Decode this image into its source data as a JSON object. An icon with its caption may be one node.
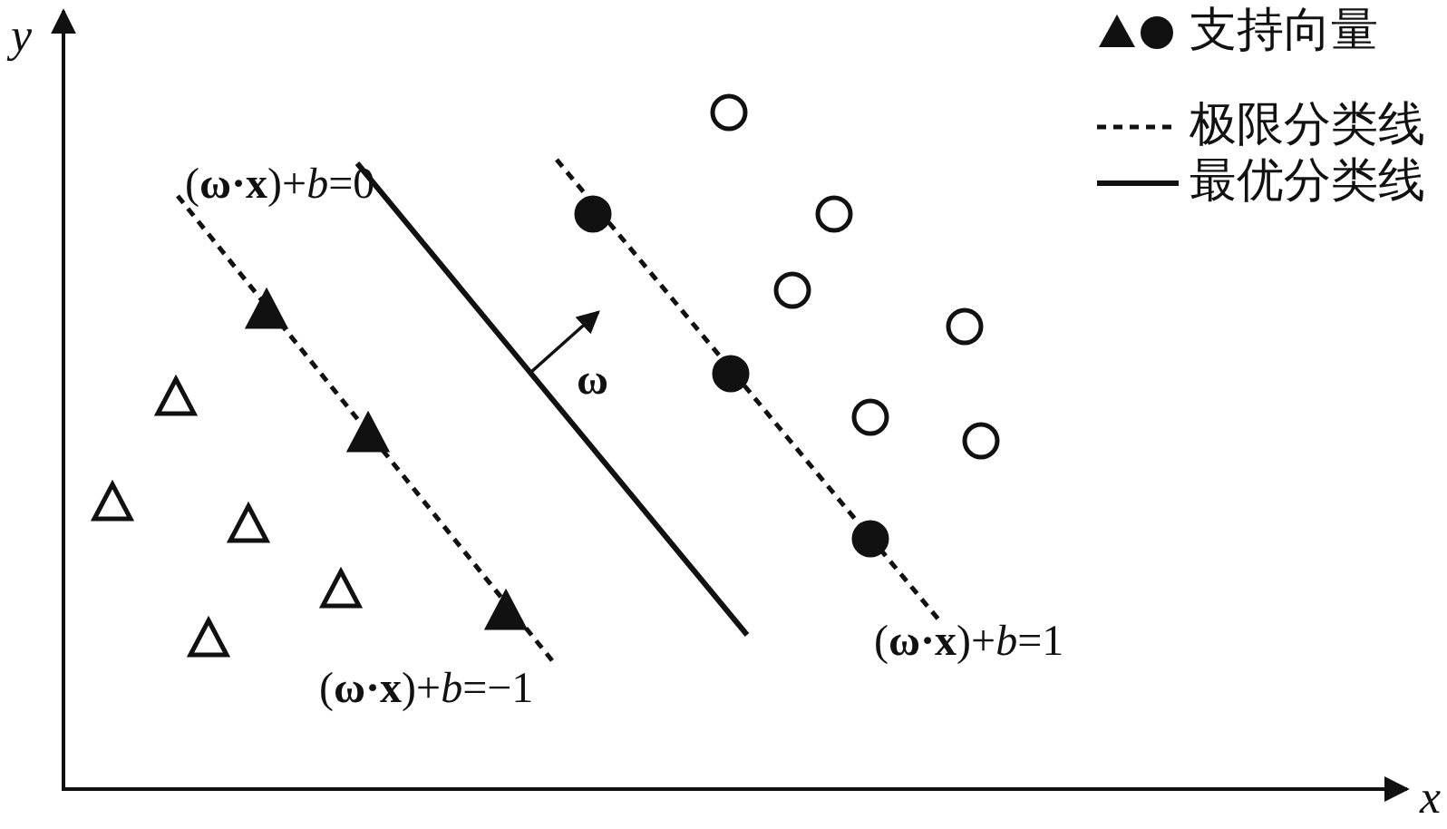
{
  "diagram": {
    "labels": [
      "*y*",
      "(**ω·x**)+*b*=0",
      "**ω**",
      "(**ω·x**)+*b*=1",
      "(**ω·x**)+*b*=−1",
      "*x*"
    ],
    "legend": [
      {
        "text": "支持向量"
      },
      {
        "text": "极限分类线"
      },
      {
        "text": "最优分类线"
      }
    ]
  }
}
